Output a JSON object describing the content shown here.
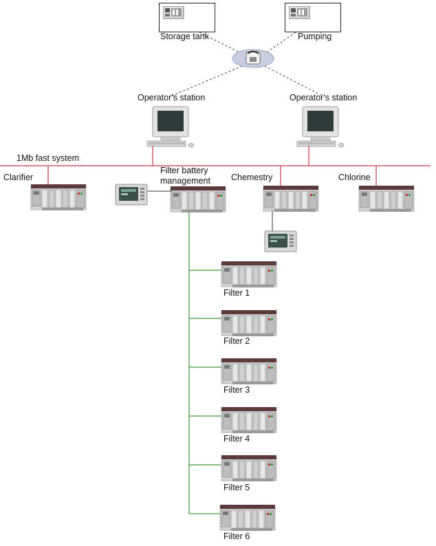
{
  "colors": {
    "bus": "#c8334a",
    "branch": "#3a9a3a",
    "dash": "#333333",
    "plc_body": "#d2d2d2",
    "plc_dark": "#5a3a3a",
    "screen": "#3c4f49"
  },
  "labels": {
    "storage_tank": "Storage tank",
    "pumping": "Pumping",
    "operator_left": "Operator's station",
    "operator_right": "Operator's station",
    "bus": "1Mb fast system",
    "clarifier": "Clarifier",
    "filter_battery_1": "Filter battery",
    "filter_battery_2": "management",
    "chemestry": "Chemestry",
    "chlorine": "Chlorine"
  },
  "filters": [
    "Filter 1",
    "Filter 2",
    "Filter 3",
    "Filter 4",
    "Filter 5",
    "Filter 6"
  ],
  "icons": {
    "plc": "plc-rack-icon",
    "hmi": "hmi-panel-icon",
    "pc": "workstation-icon",
    "modem": "telephone-modem-icon",
    "remote": "remote-unit-icon"
  }
}
